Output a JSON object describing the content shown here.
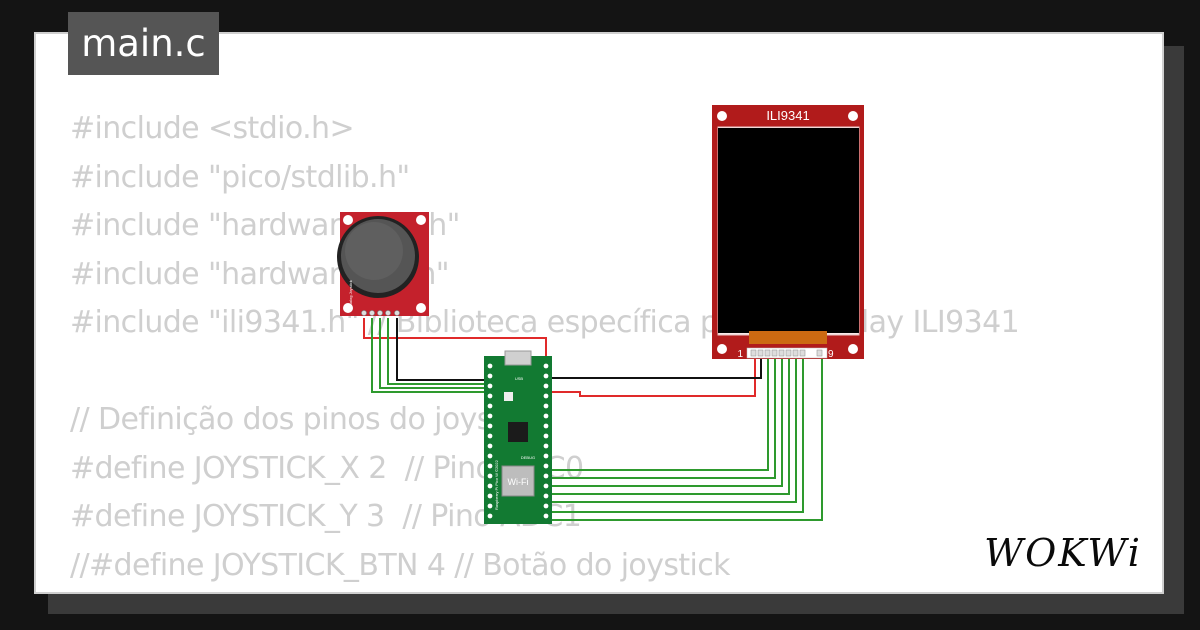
{
  "file_tab": {
    "label": "main.c"
  },
  "code_lines": [
    "#include <stdio.h>",
    "#include \"pico/stdlib.h\"",
    "#include \"hardware/adc.h\"",
    "#include \"hardware/spi.h\"",
    "#include \"ili9341.h\" // Biblioteca específica para o display ILI9341",
    "",
    "// Definição dos pinos do joystick",
    "#define JOYSTICK_X 2  // Pino ADC0",
    "#define JOYSTICK_Y 3  // Pino ADC1",
    "//#define JOYSTICK_BTN 4 // Botão do joystick"
  ],
  "components": {
    "display": {
      "title": "ILI9341",
      "pin_first": "1",
      "pin_last": "9"
    },
    "pico": {
      "module_label": "Wi-Fi",
      "usb_label": "USB",
      "debug_label": "DEBUG",
      "board_name": "Raspberry Pi Pico W ©2022"
    },
    "joystick": {
      "label": "Analog Joystick"
    }
  },
  "brand": {
    "logo_text": "WOKWi"
  },
  "colors": {
    "background": "#141414",
    "card": "#ffffff",
    "code_text": "#cfcfcf",
    "tab_bg": "#555555",
    "wire_green": "#2e9a2e",
    "wire_red": "#e02a2a",
    "wire_black": "#111111",
    "pcb_red": "#b11b1b",
    "pico_green": "#127a32"
  }
}
